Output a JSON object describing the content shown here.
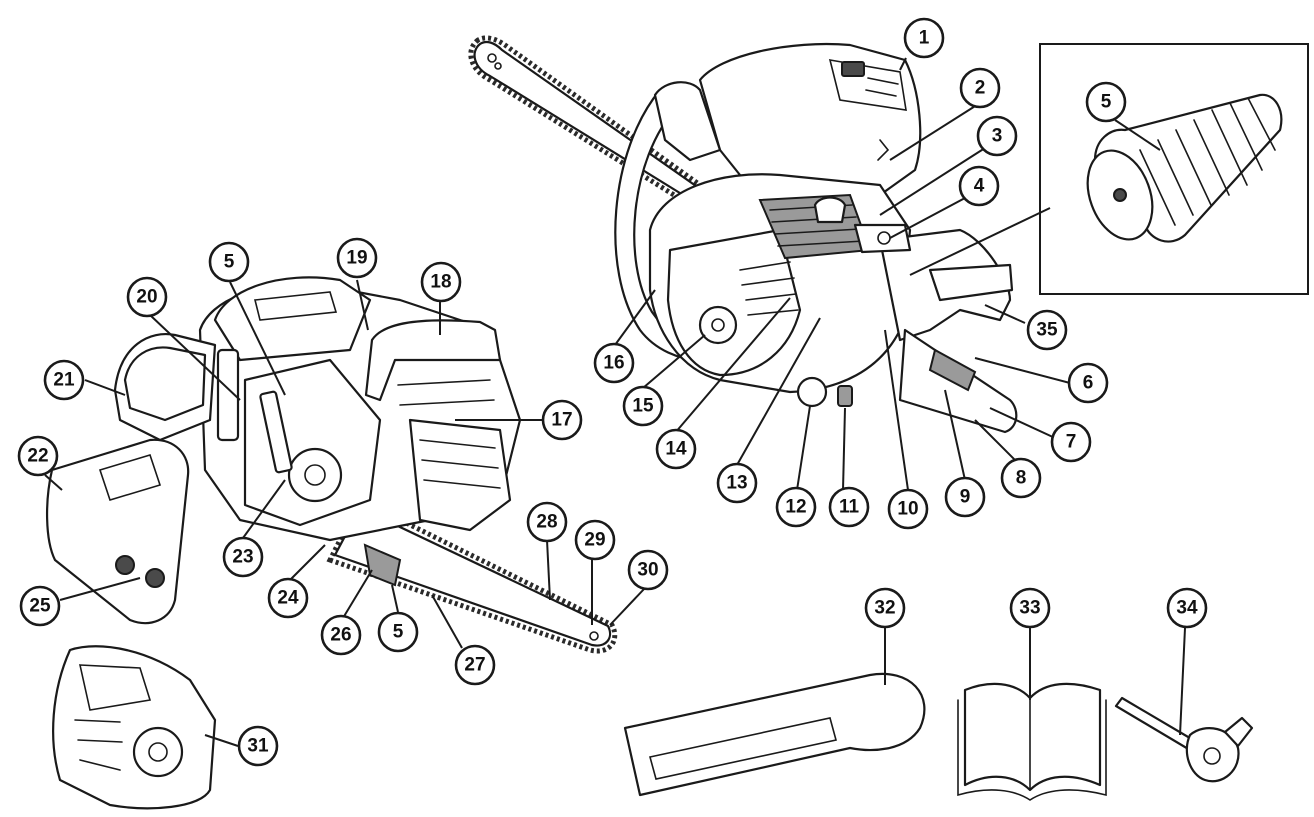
{
  "callouts": {
    "c1": "1",
    "c2": "2",
    "c3": "3",
    "c4": "4",
    "c5_inset": "5",
    "c35": "35",
    "c6": "6",
    "c7": "7",
    "c8": "8",
    "c9": "9",
    "c10": "10",
    "c11": "11",
    "c12": "12",
    "c13": "13",
    "c14": "14",
    "c15": "15",
    "c16": "16",
    "c17": "17",
    "c18": "18",
    "c19": "19",
    "c5_top": "5",
    "c20": "20",
    "c21": "21",
    "c22": "22",
    "c23": "23",
    "c24": "24",
    "c25": "25",
    "c26": "26",
    "c5_bottom": "5",
    "c27": "27",
    "c28": "28",
    "c29": "29",
    "c30": "30",
    "c31": "31",
    "c32": "32",
    "c33": "33",
    "c34": "34"
  }
}
